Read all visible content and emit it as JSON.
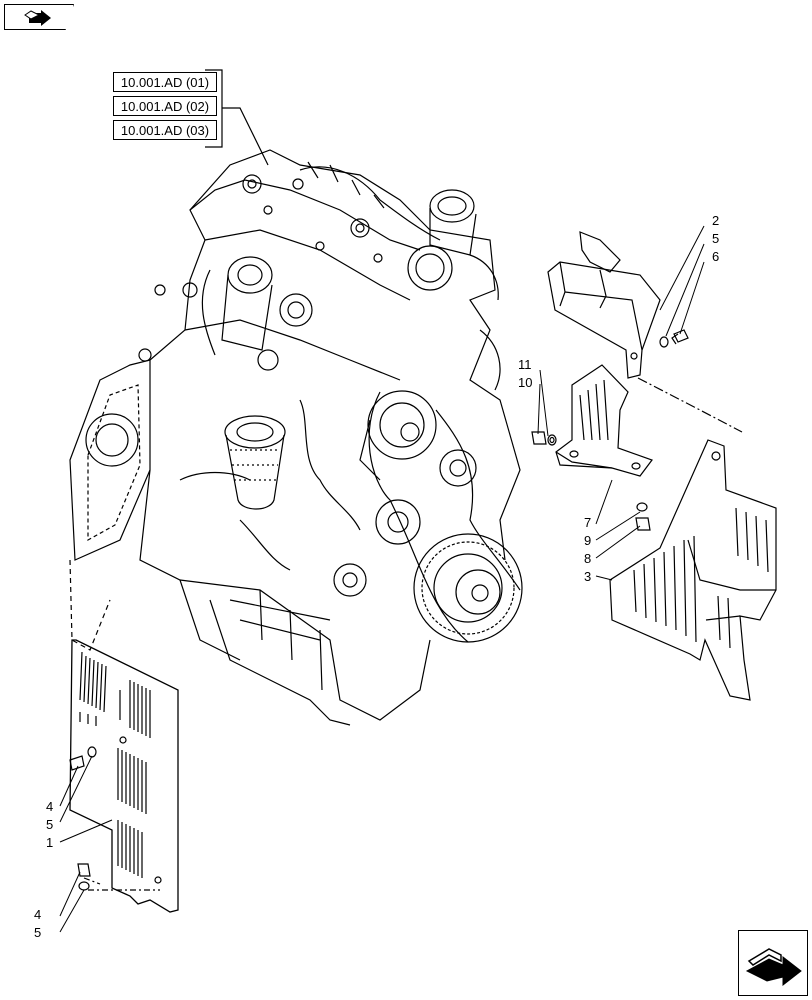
{
  "references": [
    "10.001.AD (01)",
    "10.001.AD (02)",
    "10.001.AD (03)"
  ],
  "callouts": [
    "2",
    "5",
    "6",
    "11",
    "10",
    "7",
    "9",
    "8",
    "3",
    "4",
    "5",
    "1",
    "4",
    "5"
  ],
  "icons": {
    "top_left": "book-arrow-icon",
    "bottom_right": "next-page-arrow-icon"
  },
  "colors": {
    "line": "#000000",
    "background": "#ffffff"
  }
}
